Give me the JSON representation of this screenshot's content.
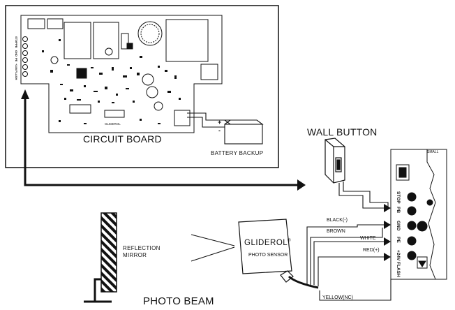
{
  "labels": {
    "circuit_board": "CIRCUIT BOARD",
    "battery_backup": "BATTERY BACKUP",
    "wall_button": "WALL BUTTON",
    "photo_beam": "PHOTO BEAM",
    "reflection_line1": "REFLECTION",
    "reflection_line2": "MIRROR",
    "sensor_brand": "GLIDEROL",
    "sensor_reg": "®",
    "sensor_name": "PHOTO SENSOR",
    "board_brand": "GLIDEROL",
    "terminal_label": "SMALL"
  },
  "wires": {
    "black": "BLACK(-)",
    "brown": "BROWN",
    "white": "WHITE",
    "red": "RED(+)",
    "yellow": "YELLOW(NC)"
  },
  "terminals": [
    "STOP",
    "PB",
    "GND",
    "PE",
    "+24V",
    "FLASH"
  ],
  "board_edge_terminals": [
    "STOP",
    "PB",
    "GND",
    "PE",
    "+24V",
    "FLASH"
  ],
  "battery_polarity": {
    "plus": "+",
    "minus": "-"
  }
}
